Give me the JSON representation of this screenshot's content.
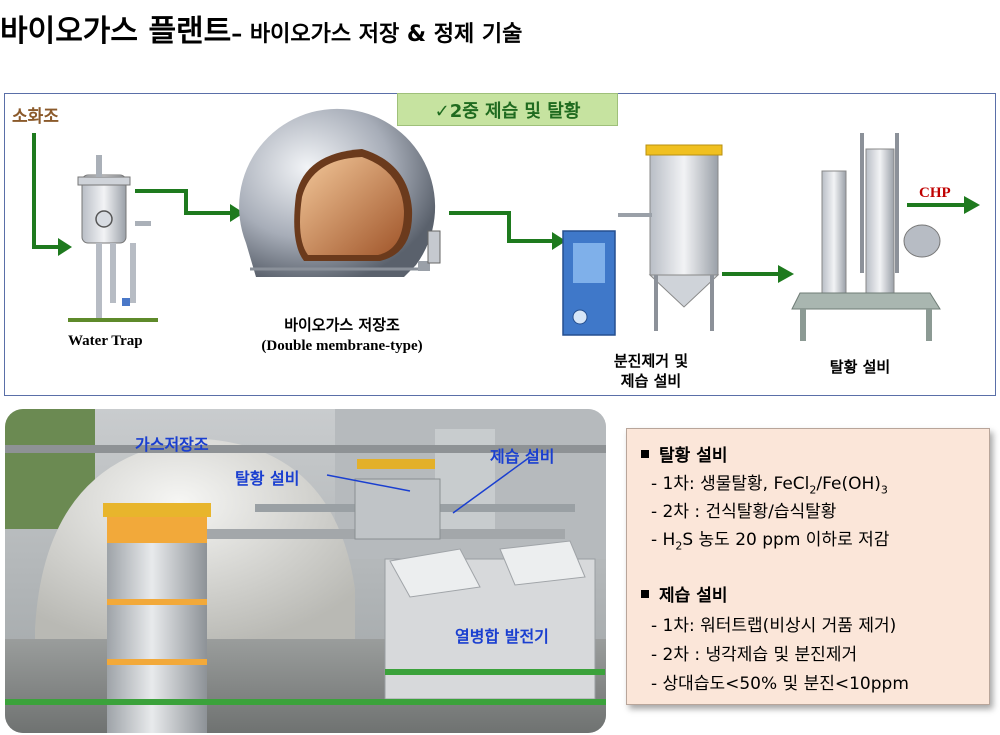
{
  "title": {
    "main": "바이오가스 플랜트",
    "sub": "– 바이오가스 저장 & 정제 기술"
  },
  "process": {
    "source_label": "소화조",
    "badge": "✓2중 제습 및 탈황",
    "water_trap": "Water Trap",
    "storage_label_1": "바이오가스 저장조",
    "storage_label_2": "(Double membrane-type)",
    "dust_label_1": "분진제거 및",
    "dust_label_2": "제습 설비",
    "desulf_label": "탈황 설비",
    "output_label": "CHP",
    "colors": {
      "arrow": "#1e7a1e",
      "frame": "#5a6fa8",
      "badge_bg": "#c6e3a0",
      "output": "#c00000"
    }
  },
  "photo": {
    "labels": {
      "gas_storage": "가스저장조",
      "dehumid": "제습 설비",
      "desulf": "탈황 설비",
      "chp": "열병합 발전기"
    }
  },
  "info": {
    "s1": {
      "head": "탈황 설비",
      "l1a": "- 1차: 생물탈황, FeCl",
      "l1b": "2",
      "l1c": "/Fe(OH)",
      "l1d": "3",
      "l2": "- 2차 : 건식탈황/습식탈황",
      "l3a": "- H",
      "l3b": "2",
      "l3c": "S 농도 20 ppm 이하로 저감"
    },
    "s2": {
      "head": "제습 설비",
      "l1": "- 1차: 워터트랩(비상시 거품 제거)",
      "l2": "- 2차 : 냉각제습 및 분진제거",
      "l3": "- 상대습도<50% 및 분진<10ppm"
    }
  }
}
